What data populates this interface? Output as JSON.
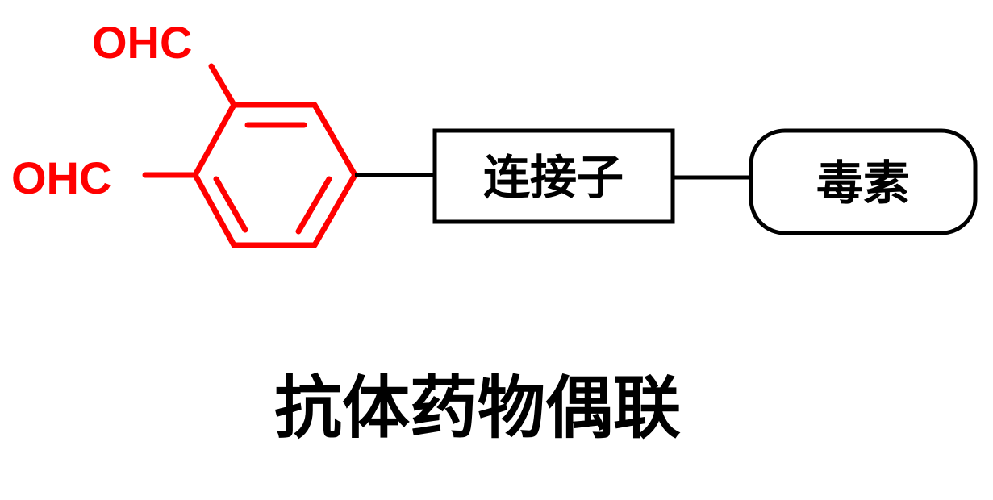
{
  "molecule": {
    "substituent_top": "OHC",
    "substituent_left": "OHC",
    "color": "#ff0000"
  },
  "linker": {
    "label": "连接子"
  },
  "toxin": {
    "label": "毒素"
  },
  "caption": "抗体药物偶联",
  "colors": {
    "structure": "#ff0000",
    "outline": "#000000",
    "text": "#000000"
  }
}
